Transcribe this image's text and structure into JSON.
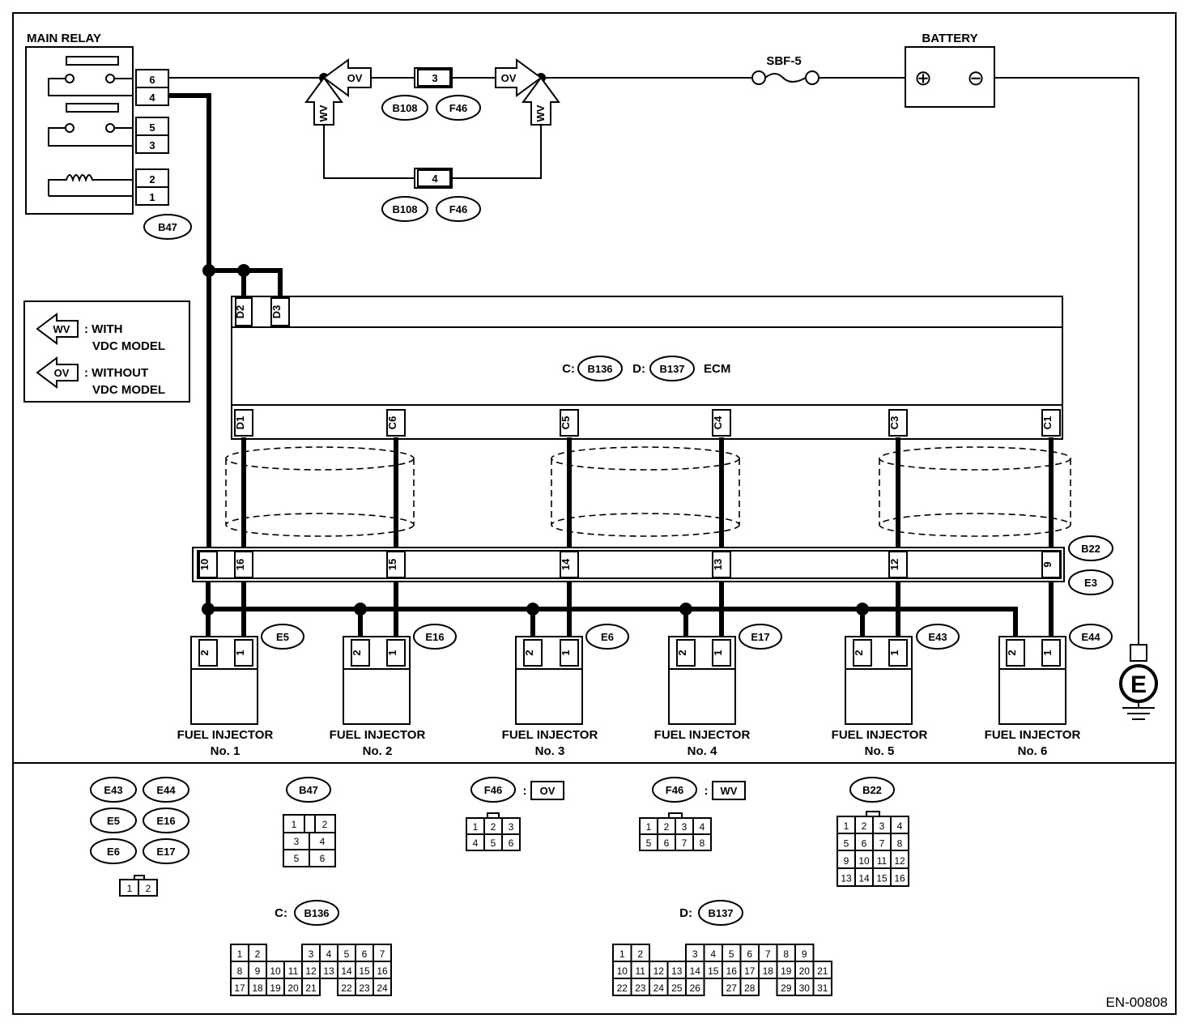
{
  "main_relay": {
    "title": "MAIN RELAY",
    "pins": [
      "6",
      "4",
      "5",
      "3",
      "2",
      "1"
    ],
    "connector": "B47"
  },
  "overview": {
    "ov_top_label": "OV",
    "wv_label": "WV",
    "fuse_upper_pin": "3",
    "fuse_lower_pin": "4",
    "connectors_upper": [
      "B108",
      "F46"
    ],
    "connectors_lower": [
      "B108",
      "F46"
    ]
  },
  "battery": {
    "title": "BATTERY",
    "plus": "⊕",
    "minus": "⊖"
  },
  "fuse": {
    "label": "SBF-5"
  },
  "legend": [
    {
      "tag": "WV",
      "line1": ": WITH",
      "line2": "VDC MODEL"
    },
    {
      "tag": "OV",
      "line1": ": WITHOUT",
      "line2": "VDC MODEL"
    }
  ],
  "ecm": {
    "c_prefix": "C:",
    "c_conn": "B136",
    "d_prefix": "D:",
    "d_conn": "B137",
    "name": "ECM",
    "top_pins": [
      "D2",
      "D3"
    ],
    "bottom_pins": [
      "D1",
      "C6",
      "C5",
      "C4",
      "C3",
      "C1"
    ]
  },
  "junction": {
    "pins": [
      "10",
      "16",
      "15",
      "14",
      "13",
      "12",
      "9"
    ],
    "connectors": [
      "B22",
      "E3"
    ]
  },
  "injectors": [
    {
      "conn": "E5",
      "line1": "FUEL INJECTOR",
      "line2": "No. 1"
    },
    {
      "conn": "E16",
      "line1": "FUEL INJECTOR",
      "line2": "No. 2"
    },
    {
      "conn": "E6",
      "line1": "FUEL INJECTOR",
      "line2": "No. 3"
    },
    {
      "conn": "E17",
      "line1": "FUEL INJECTOR",
      "line2": "No. 4"
    },
    {
      "conn": "E43",
      "line1": "FUEL INJECTOR",
      "line2": "No. 5"
    },
    {
      "conn": "E44",
      "line1": "FUEL INJECTOR",
      "line2": "No. 6"
    }
  ],
  "injector_pins": [
    "2",
    "1"
  ],
  "ground": {
    "label": "E"
  },
  "bottom_connectors": {
    "injector_group": [
      "E43",
      "E44",
      "E5",
      "E16",
      "E6",
      "E17"
    ],
    "injector_pins": [
      "1",
      "2"
    ],
    "b47": {
      "name": "B47",
      "rows": [
        [
          "1",
          "",
          "2"
        ],
        [
          "3",
          "4"
        ],
        [
          "5",
          "6"
        ]
      ]
    },
    "f46_ov": {
      "name": "F46",
      "tag": "OV",
      "rows": [
        [
          "1",
          "2",
          "3"
        ],
        [
          "4",
          "5",
          "6"
        ]
      ]
    },
    "f46_wv": {
      "name": "F46",
      "tag": "WV",
      "rows": [
        [
          "1",
          "2",
          "3",
          "4"
        ],
        [
          "5",
          "6",
          "7",
          "8"
        ]
      ]
    },
    "b22": {
      "name": "B22",
      "rows": [
        [
          "1",
          "2",
          "3",
          "4"
        ],
        [
          "5",
          "6",
          "7",
          "8"
        ],
        [
          "9",
          "10",
          "11",
          "12"
        ],
        [
          "13",
          "14",
          "15",
          "16"
        ]
      ]
    },
    "b136": {
      "prefix": "C:",
      "name": "B136",
      "rows": [
        [
          "1",
          "2",
          "",
          "",
          "3",
          "4",
          "5",
          "6",
          "7"
        ],
        [
          "8",
          "9",
          "10",
          "11",
          "12",
          "13",
          "14",
          "15",
          "16"
        ],
        [
          "17",
          "18",
          "19",
          "20",
          "21",
          "",
          "22",
          "23",
          "24"
        ]
      ]
    },
    "b137": {
      "prefix": "D:",
      "name": "B137",
      "rows": [
        [
          "1",
          "2",
          "",
          "",
          "3",
          "4",
          "5",
          "6",
          "7",
          "8",
          "9"
        ],
        [
          "10",
          "11",
          "12",
          "13",
          "14",
          "15",
          "16",
          "17",
          "18",
          "19",
          "20",
          "21"
        ],
        [
          "22",
          "23",
          "24",
          "25",
          "26",
          "",
          "27",
          "28",
          "",
          "29",
          "30",
          "31"
        ]
      ]
    }
  },
  "code": "EN-00808"
}
